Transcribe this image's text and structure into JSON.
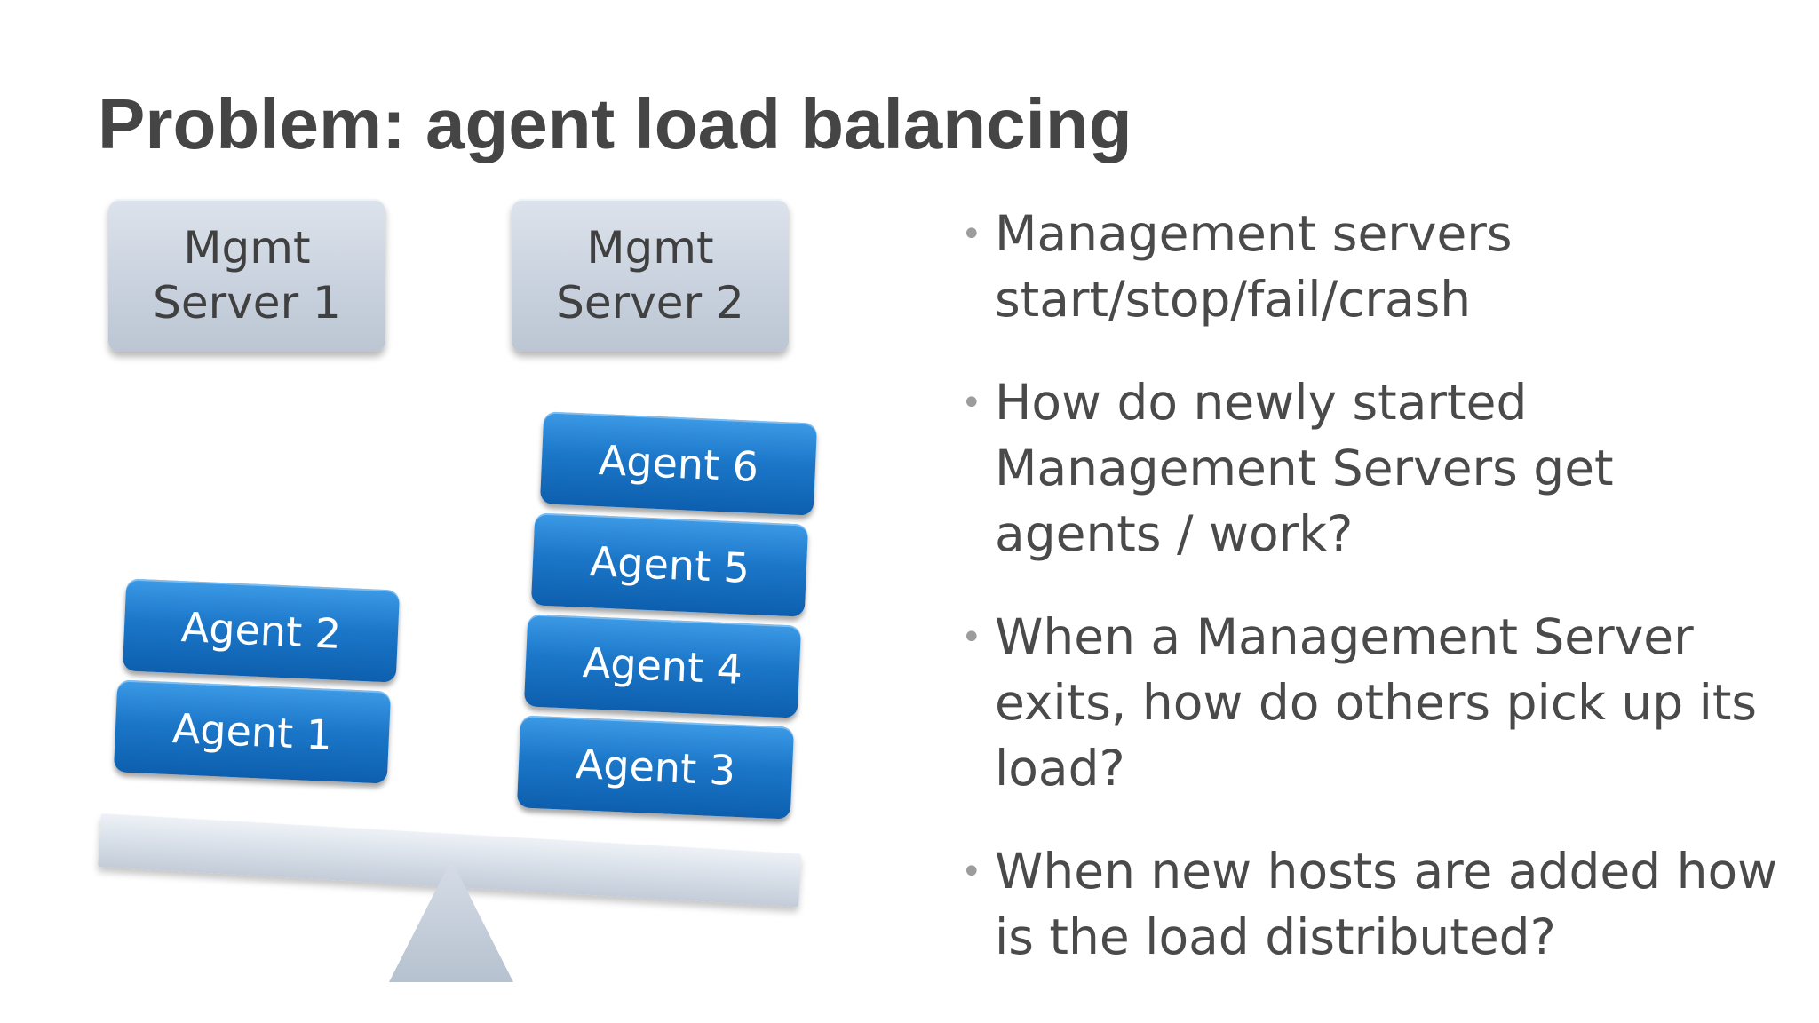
{
  "slide": {
    "title": "Problem: agent load balancing"
  },
  "diagram": {
    "servers": [
      {
        "label": "Mgmt\nServer 1"
      },
      {
        "label": "Mgmt\nServer 2"
      }
    ],
    "agents": [
      {
        "label": "Agent 1"
      },
      {
        "label": "Agent 2"
      },
      {
        "label": "Agent 3"
      },
      {
        "label": "Agent 4"
      },
      {
        "label": "Agent 5"
      },
      {
        "label": "Agent 6"
      }
    ],
    "colors": {
      "agent": "#1c77c9",
      "server": "#c9d2de",
      "beam": "#d3dbe5"
    }
  },
  "bullets": [
    {
      "text": "Management servers start/stop/fail/crash"
    },
    {
      "text": "How do newly started Management Servers get agents / work?"
    },
    {
      "text": "When a Management Server exits, how do others pick up its load?"
    },
    {
      "text": "When new hosts are added how is the load distributed?"
    }
  ],
  "icons": {
    "bullet": "•"
  }
}
